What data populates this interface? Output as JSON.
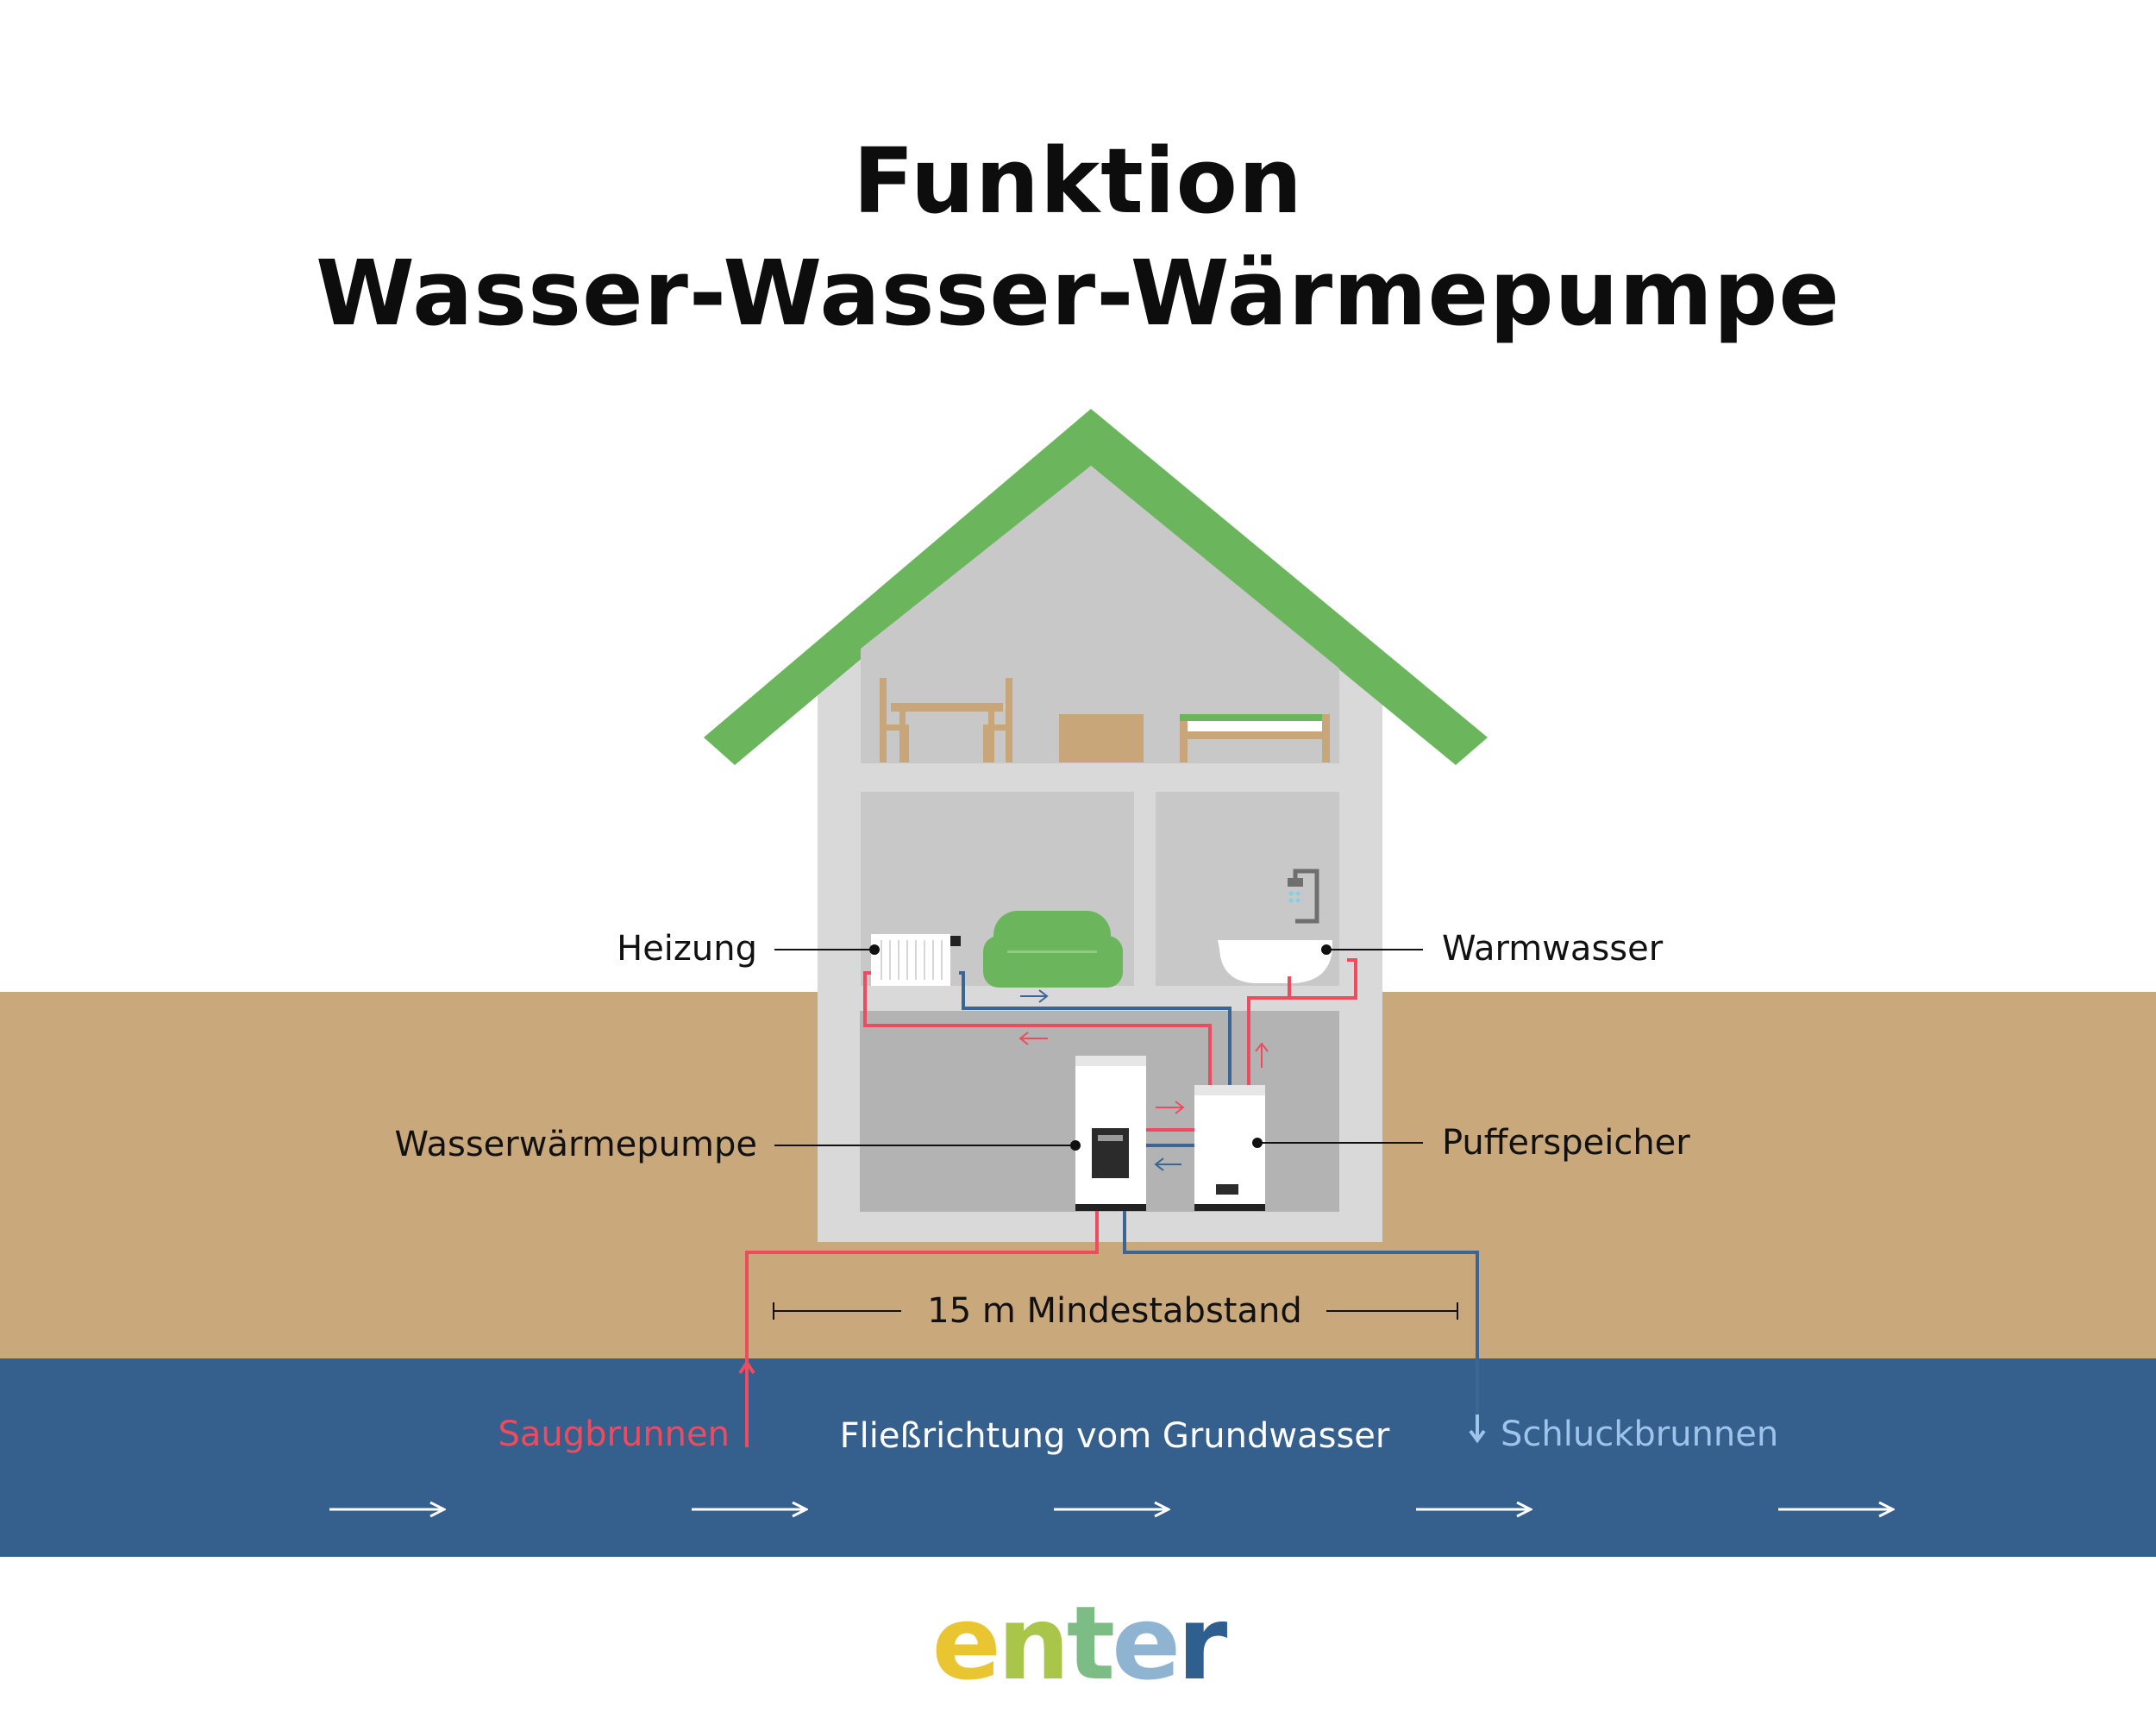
{
  "title": {
    "line1": "Funktion",
    "line2": "Wasser-Wasser-Wärmepumpe"
  },
  "labels": {
    "heizung": "Heizung",
    "warmwasser": "Warmwasser",
    "wasserwaermepumpe": "Wasserwärmepumpe",
    "pufferspeicher": "Pufferspeicher",
    "mindestabstand": "15 m Mindestabstand",
    "saugbrunnen": "Saugbrunnen",
    "fliessrichtung": "Fließrichtung vom Grundwasser",
    "schluckbrunnen": "Schluckbrunnen"
  },
  "logo": {
    "text": "enter",
    "letters": [
      "e",
      "n",
      "t",
      "e",
      "r"
    ]
  },
  "colors": {
    "roof": "#6bb65c",
    "house": "#d9d9d9",
    "room": "#c8c8c8",
    "basement": "#b3b3b3",
    "soil": "#c9a87c",
    "groundwater": "#355f8c",
    "hot_pipe": "#ef4b5f",
    "cold_pipe": "#3a6594",
    "schluck_text": "#9ec4ec",
    "saug_text": "#ef4b5f",
    "furniture": "#c8a67a",
    "sofa": "#6bb65c",
    "logo": [
      "#e8c531",
      "#a9c64a",
      "#7cbd86",
      "#8fb4d2",
      "#2f5f8e"
    ]
  }
}
